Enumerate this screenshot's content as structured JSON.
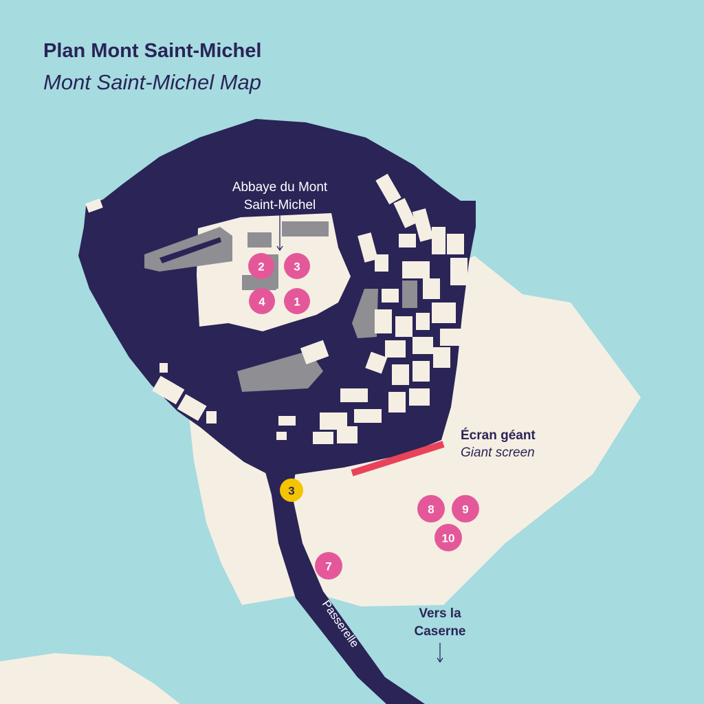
{
  "title": "Plan Mont Saint-Michel",
  "subtitle": "Mont Saint-Michel Map",
  "labels": {
    "abbey_line1": "Abbaye du Mont",
    "abbey_line2": "Saint-Michel",
    "screen_fr": "Écran géant",
    "screen_en": "Giant screen",
    "caserne_line1": "Vers la",
    "caserne_line2": "Caserne",
    "passerelle": "Passerelle"
  },
  "pins": {
    "p1": "1",
    "p2": "2",
    "p3": "3",
    "p4": "4",
    "p7": "7",
    "p8": "8",
    "p9": "9",
    "p10": "10",
    "yellow3": "3"
  },
  "colors": {
    "water": "#a6dbe0",
    "island": "#2a2457",
    "land": "#f5efe3",
    "pin_pink": "#e4589a",
    "pin_yellow": "#f5c400",
    "screen_red": "#e8435a",
    "building_gray": "#8e8e93"
  }
}
